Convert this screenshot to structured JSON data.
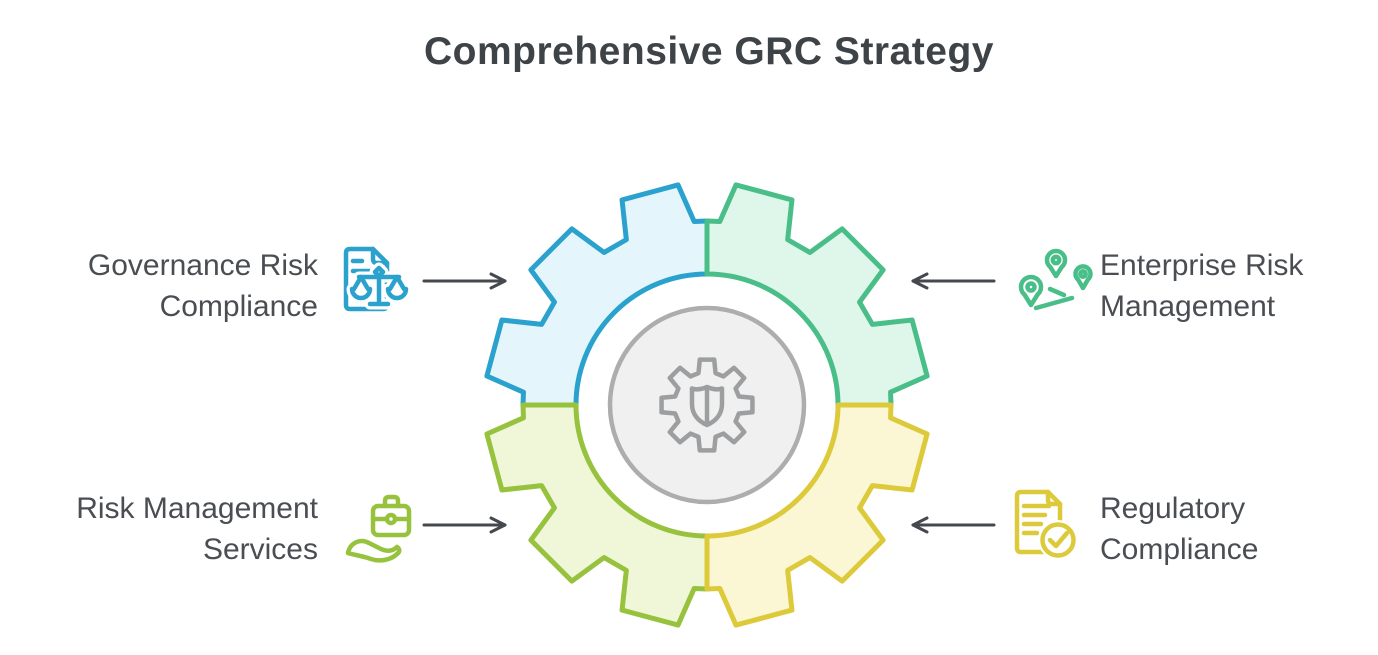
{
  "title": "Comprehensive GRC Strategy",
  "colors": {
    "title_text": "#3e4347",
    "label_text": "#4a4e53",
    "arrow": "#45494d",
    "hub_fill": "#f0f0f1",
    "hub_stroke": "#adadad",
    "hub_icon": "#9c9ea0"
  },
  "center": {
    "icon": "gear-shield-icon"
  },
  "nodes": [
    {
      "id": "governance-risk-compliance",
      "label_lines": [
        "Governance Risk",
        "Compliance"
      ],
      "icon": "document-scales-icon",
      "color": "#2ba1ce",
      "fill": "#e4f6fc",
      "side": "left",
      "position": "top",
      "quadrant": "top-left"
    },
    {
      "id": "enterprise-risk-management",
      "label_lines": [
        "Enterprise Risk",
        "Management"
      ],
      "icon": "map-pins-icon",
      "color": "#4abe89",
      "fill": "#dff7eb",
      "side": "right",
      "position": "top",
      "quadrant": "top-right"
    },
    {
      "id": "risk-management-services",
      "label_lines": [
        "Risk Management",
        "Services"
      ],
      "icon": "hand-briefcase-icon",
      "color": "#97c23e",
      "fill": "#eff7d8",
      "side": "left",
      "position": "bottom",
      "quadrant": "bottom-left"
    },
    {
      "id": "regulatory-compliance",
      "label_lines": [
        "Regulatory",
        "Compliance"
      ],
      "icon": "document-check-icon",
      "color": "#dcca3b",
      "fill": "#fbf6d3",
      "side": "right",
      "position": "bottom",
      "quadrant": "bottom-right"
    }
  ]
}
